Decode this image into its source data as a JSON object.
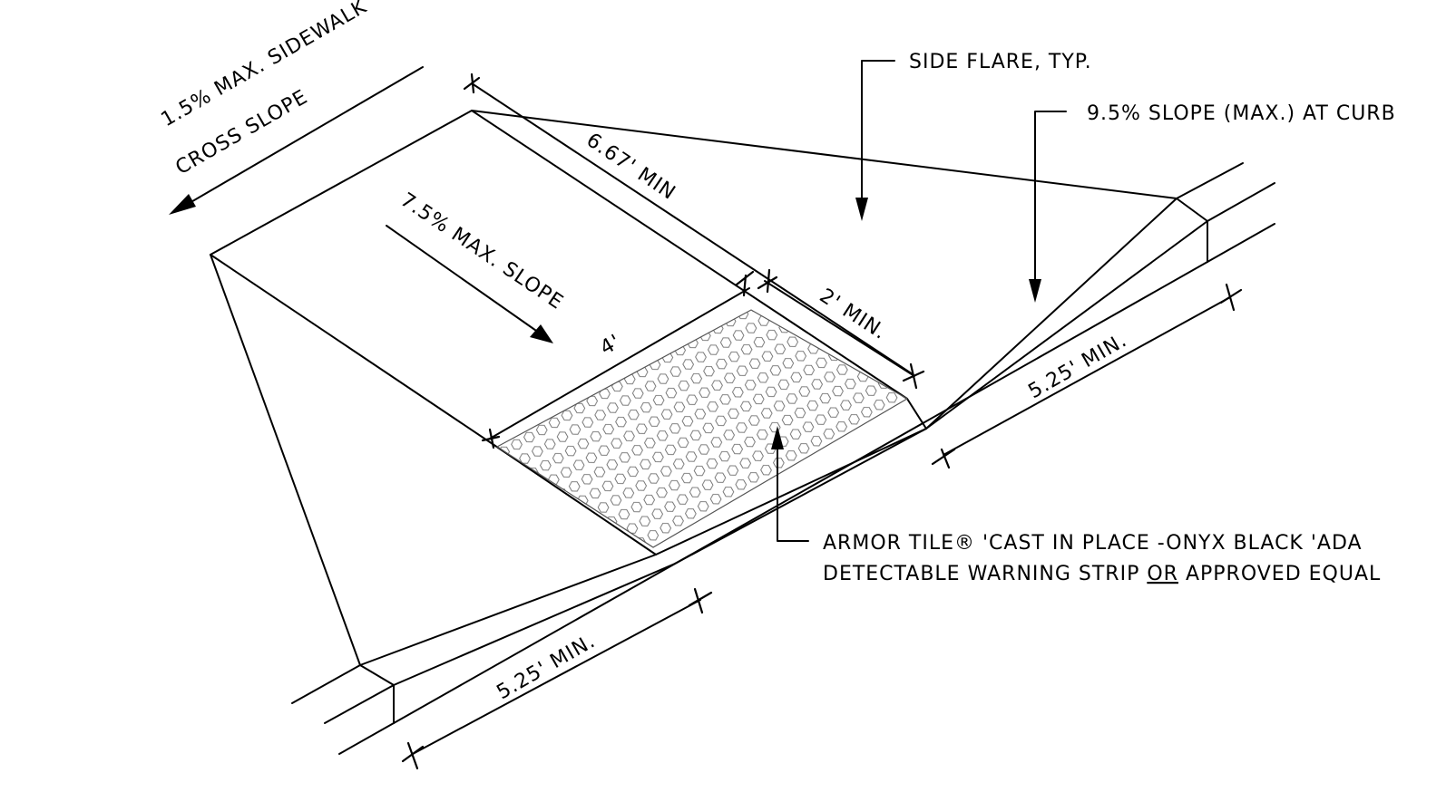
{
  "labels": {
    "cross_slope_line1": "1.5% MAX. SIDEWALK",
    "cross_slope_line2": "CROSS SLOPE",
    "ramp_length": "6.67' MIN",
    "ramp_slope": "7.5% MAX. SLOPE",
    "ramp_width": "4'",
    "landing_min": "2' MIN.",
    "side_flare": "SIDE FLARE, TYP.",
    "curb_slope": "9.5% SLOPE (MAX.) AT CURB",
    "flare_right_min": "5.25' MIN.",
    "flare_left_min": "5.25' MIN.",
    "tile_line1": "ARMOR TILE® 'CAST IN PLACE -ONYX BLACK 'ADA",
    "tile_line2_pre": "DETECTABLE WARNING STRIP ",
    "tile_line2_or": "OR",
    "tile_line2_post": " APPROVED EQUAL"
  },
  "colors": {
    "ink": "#000000",
    "tile_pattern": "#777777",
    "background": "#ffffff"
  }
}
